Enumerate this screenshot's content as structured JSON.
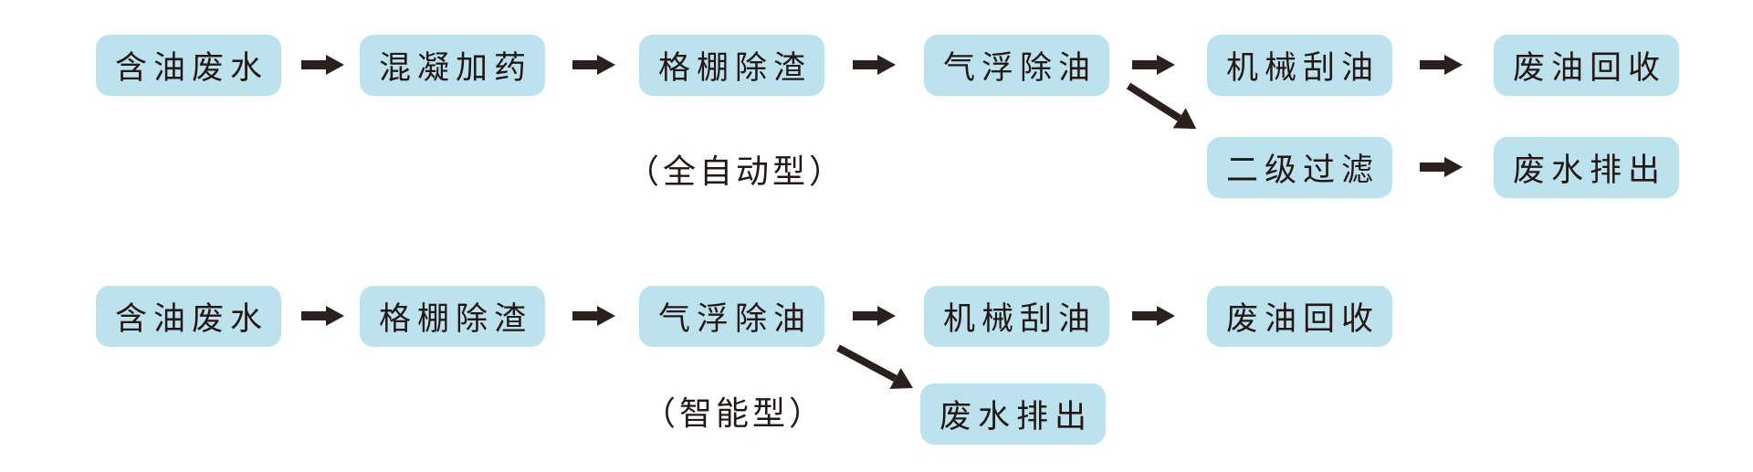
{
  "diagram": {
    "title": "oily-wastewater-treatment-process-flowcharts",
    "colors": {
      "box_fill": "#bce2ee",
      "text": "#231815",
      "arrow": "#2a211e",
      "background": "#ffffff"
    },
    "charts": [
      {
        "type_label": "（全自动型）",
        "main_flow": [
          "含油废水",
          "混凝加药",
          "格棚除渣",
          "气浮除油",
          "机械刮油",
          "废油回收"
        ],
        "branch": {
          "from": "气浮除油",
          "flow": [
            "二级过滤",
            "废水排出"
          ]
        }
      },
      {
        "type_label": "（智能型）",
        "main_flow": [
          "含油废水",
          "格棚除渣",
          "气浮除油",
          "机械刮油",
          "废油回收"
        ],
        "branch": {
          "from": "气浮除油",
          "flow": [
            "废水排出"
          ]
        }
      }
    ]
  }
}
